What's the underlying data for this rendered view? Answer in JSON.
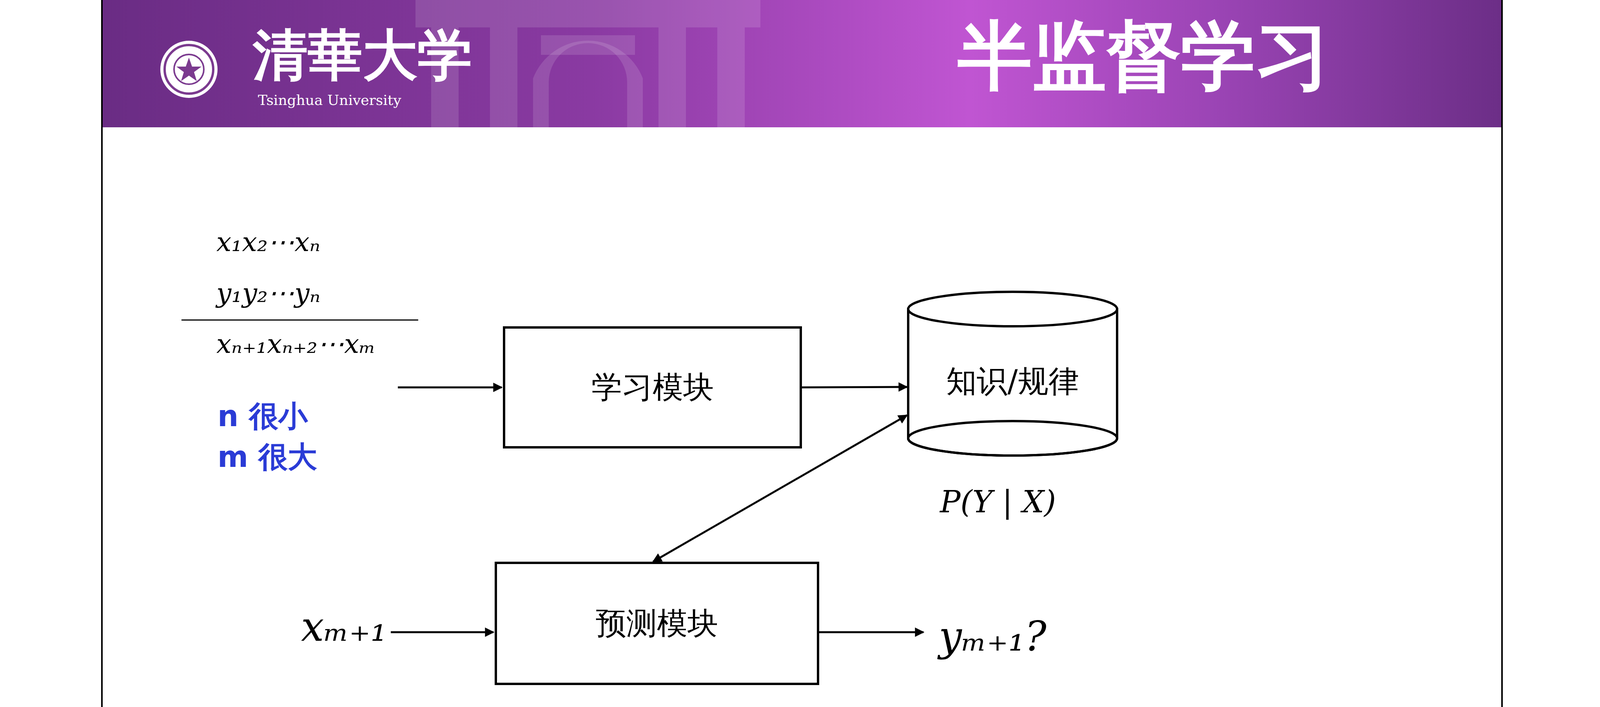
{
  "diagram": {
    "title": "半监督学习",
    "nodes": [
      {
        "text": [
          "学习模块"
        ]
      },
      {
        "text": [
          "知识/规律"
        ]
      },
      {
        "text": [
          "预测模块"
        ]
      }
    ],
    "edges": [
      {
        "from": 0,
        "to": 1,
        "arrow": "to"
      },
      {
        "from": 1,
        "to": 2,
        "arrow": "both"
      }
    ],
    "labels": [
      "清華大学",
      "Tsinghua University",
      "x₁x₂⋯xₙ",
      "y₁y₂⋯yₙ",
      "xₙ₊₁xₙ₊₂⋯xₘ",
      "n 很小",
      "m 很大",
      "P(Y | X)",
      "xₘ₊₁",
      "yₘ₊₁?"
    ]
  }
}
